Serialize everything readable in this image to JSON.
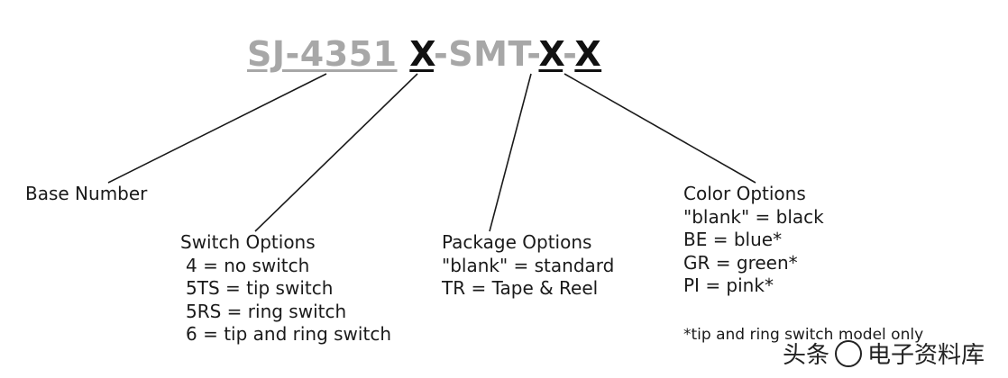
{
  "part_number": {
    "base": "SJ-4351",
    "var1": "X",
    "sep1": "-SMT-",
    "var2": "X",
    "sep2": "-",
    "var3": "X"
  },
  "base_number": {
    "title": "Base Number"
  },
  "switch_options": {
    "title": "Switch Options",
    "items": [
      "4 = no switch",
      "5TS = tip switch",
      "5RS = ring switch",
      "6 = tip and ring switch"
    ]
  },
  "package_options": {
    "title": "Package Options",
    "items": [
      "\"blank\" = standard",
      "TR = Tape & Reel"
    ]
  },
  "color_options": {
    "title": "Color Options",
    "items": [
      "\"blank\" = black",
      "BE = blue*",
      "GR = green*",
      "PI = pink*"
    ],
    "note": "*tip and ring switch model only"
  },
  "watermark": {
    "text_a": "头条",
    "text_b": "电子资料库"
  }
}
